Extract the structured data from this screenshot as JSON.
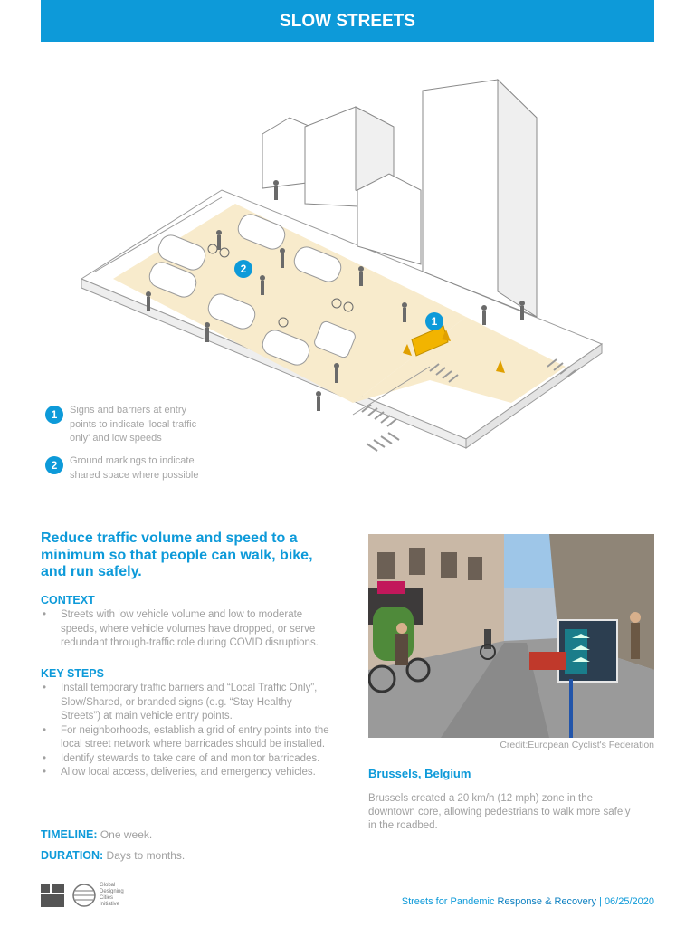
{
  "banner": {
    "title": "SLOW STREETS"
  },
  "illustration": {
    "markers": [
      "1",
      "2"
    ],
    "legend": [
      {
        "num": "1",
        "text": "Signs and barriers at entry points to indicate 'local traffic only' and low speeds"
      },
      {
        "num": "2",
        "text": "Ground markings to indicate shared space where possible"
      }
    ]
  },
  "headline": "Reduce traffic volume and speed to a minimum so that people can walk, bike, and run safely.",
  "context": {
    "heading": "CONTEXT",
    "bullets": [
      "Streets with low vehicle volume and low to moderate speeds, where vehicle volumes have dropped, or serve redundant through-traffic role during COVID disruptions."
    ]
  },
  "key_steps": {
    "heading": "KEY STEPS",
    "bullets": [
      "Install temporary traffic barriers and “Local Traffic Only”, Slow/Shared, or branded signs (e.g. “Stay Healthy Streets”) at main vehicle entry points.",
      "For neighborhoods, establish a grid of entry points into the local street network where barricades should be installed.",
      "Identify stewards to take care of and monitor barricades.",
      "Allow local access, deliveries, and emergency vehicles."
    ]
  },
  "timeline": {
    "label": "TIMELINE:",
    "value": "One week."
  },
  "duration": {
    "label": "DURATION:",
    "value": "Days to months."
  },
  "photo": {
    "credit": "Credit:European Cyclist's Federation"
  },
  "case": {
    "city": "Brussels, Belgium",
    "description": "Brussels created a 20 km/h (12 mph) zone in the downtown core, allowing pedestrians to walk more safely in the roadbed."
  },
  "footer": {
    "logos": {
      "nacto": "NACTO",
      "gdci": "Global Designing Cities Initiative"
    },
    "text_plain": "Streets for Pandemic ",
    "text_accent": "Response & Recovery",
    "text_date": " | 06/25/2020"
  },
  "colors": {
    "brand_blue": "#0d9ad9",
    "shared_space": "#f8ebcc",
    "barrier_orange": "#f2b400"
  }
}
